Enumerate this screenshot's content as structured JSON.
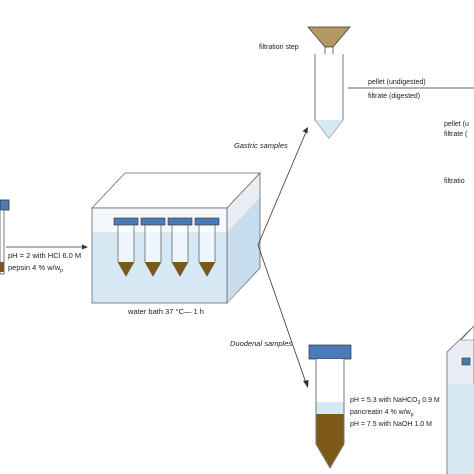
{
  "labels": {
    "filtration_step": "filtration step",
    "pellet_undigested": "pellet (undigested)",
    "filtrate_digested": "filtrate (digested)",
    "pellet_cut": "pellet (u",
    "filtrate_cut": "filtrate (",
    "filtration_cut": "filtratio",
    "gastric_samples": "Gastric samples",
    "duodenal_samples": "Duodenal samples",
    "water_bath": "water bath 37 °C— 1 h",
    "ph_gastric": "pH = 2 with HCl 6.0 M",
    "pepsin_text": "pepsin 4 % w/w",
    "pepsin_sub": "p",
    "ph_duodenal_text": "pH = 5.3 with NaHCO",
    "ph_duodenal_sub": "3",
    "ph_duodenal_tail": " 0.9 M",
    "pancreatin_text": "pancreatin 4 % w/w",
    "pancreatin_sub": "p",
    "ph_final": "pH = 7.5 with NaOH 1.0 M"
  },
  "colors": {
    "cap_blue": "#4a7ab8",
    "sample_brown": "#7a5a16",
    "liquid_light": "#d6e8f4",
    "box_front": "#f4f8fb",
    "box_side": "#e8eef4",
    "funnel_tan": "#b49a62",
    "line": "#333333"
  }
}
